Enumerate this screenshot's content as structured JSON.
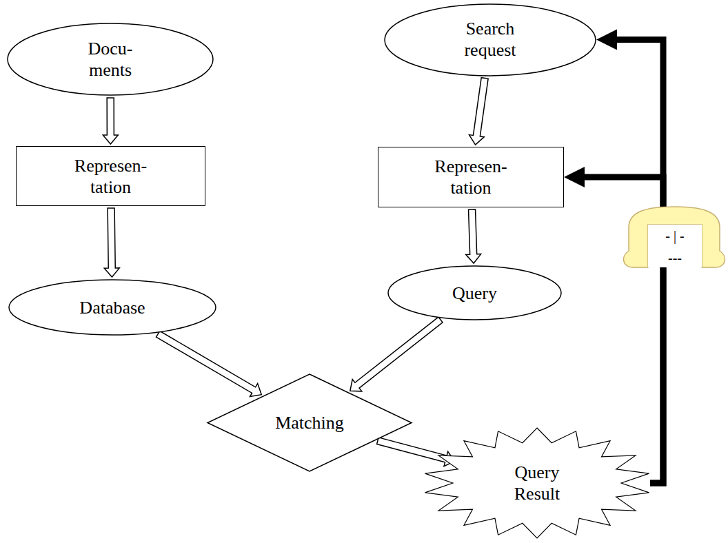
{
  "diagram": {
    "nodes": [
      {
        "text": [
          "Docu- ments"
        ]
      },
      {
        "text": [
          "Search request"
        ]
      },
      {
        "text": [
          "Represen- tation"
        ]
      },
      {
        "text": [
          "Represen- tation"
        ]
      },
      {
        "text": [
          "Database"
        ]
      },
      {
        "text": [
          "Query"
        ]
      },
      {
        "text": [
          "Matching"
        ]
      },
      {
        "text": [
          "Query Result"
        ]
      }
    ],
    "edges": [
      {
        "from": 0,
        "to": 2,
        "arrow": "to"
      },
      {
        "from": 2,
        "to": 4,
        "arrow": "to"
      },
      {
        "from": 1,
        "to": 3,
        "arrow": "to"
      },
      {
        "from": 3,
        "to": 5,
        "arrow": "to"
      },
      {
        "from": 4,
        "to": 6,
        "arrow": "to"
      },
      {
        "from": 5,
        "to": 6,
        "arrow": "to"
      },
      {
        "from": 6,
        "to": 7,
        "arrow": "to"
      },
      {
        "from": 7,
        "to": 1,
        "arrow": "to"
      },
      {
        "from": 7,
        "to": 3,
        "arrow": "to"
      }
    ],
    "labels": [
      "- | -",
      "---"
    ]
  }
}
